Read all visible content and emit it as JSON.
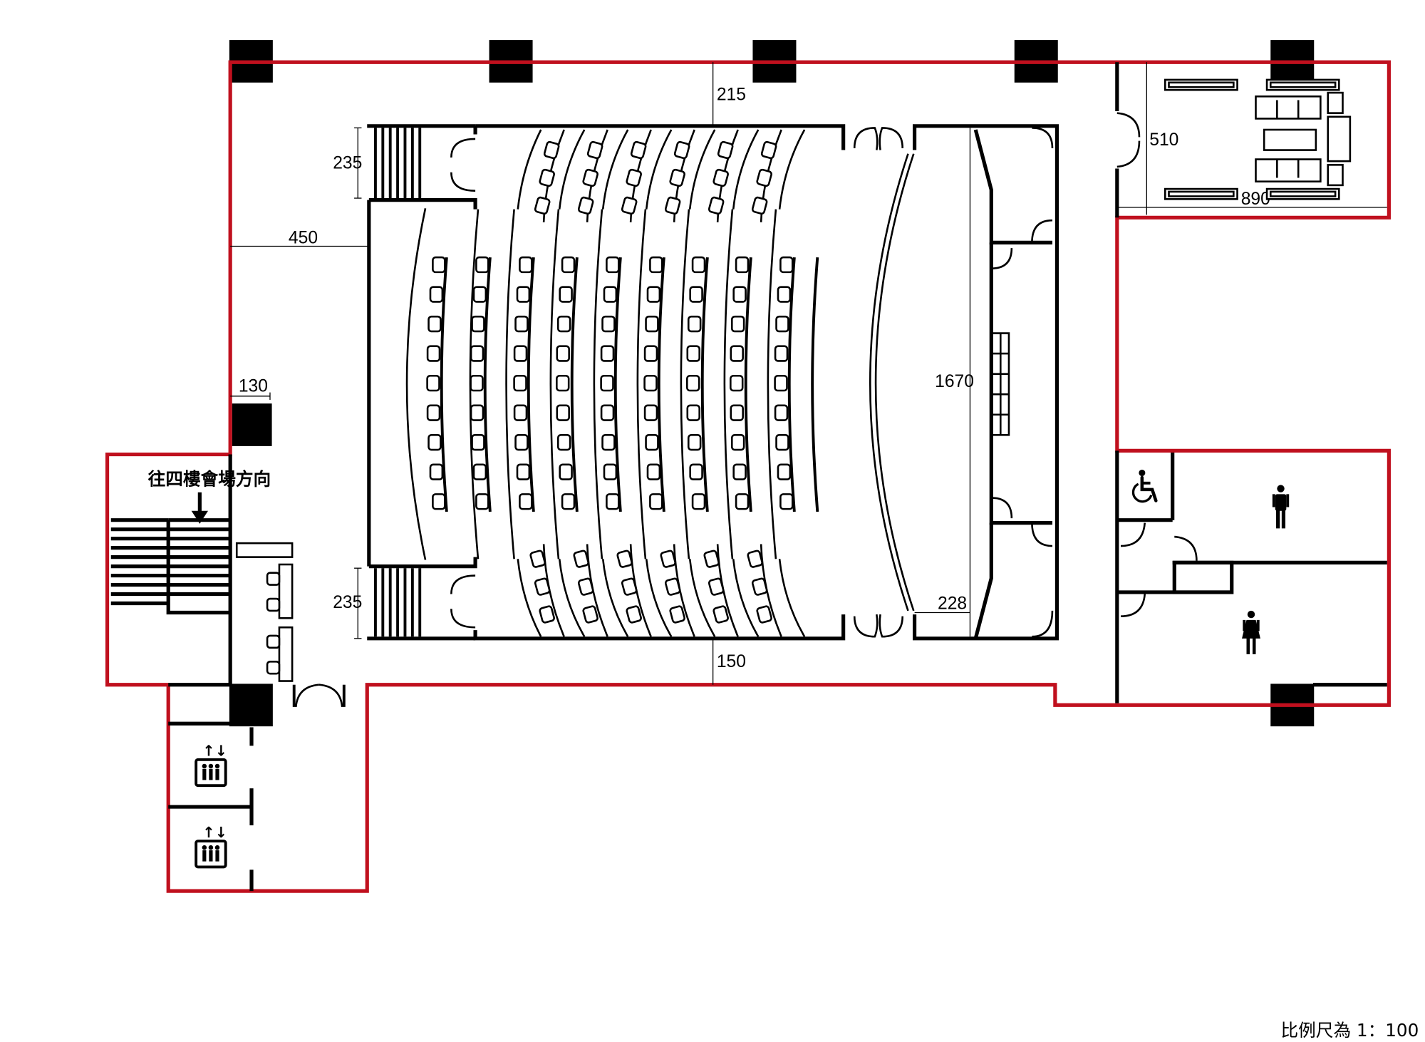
{
  "dimensions": {
    "top_gap": "215",
    "bottom_gap": "150",
    "left_gap": "450",
    "stair_top": "235",
    "stair_bottom": "235",
    "wall_offset": "130",
    "hall_height": "1670",
    "stage_depth": "228",
    "vip_depth": "510",
    "vip_width": "890"
  },
  "labels": {
    "stair_direction": "往四樓會場方向",
    "scale": "比例尺為 1：100"
  },
  "icons": {
    "wheelchair": "wheelchair-accessible-icon",
    "male": "male-restroom-icon",
    "female": "female-restroom-icon",
    "elevator": "elevator-icon",
    "arrow": "arrow-down-icon"
  },
  "colors": {
    "boundary": "#c0101e",
    "wall": "#000000"
  }
}
